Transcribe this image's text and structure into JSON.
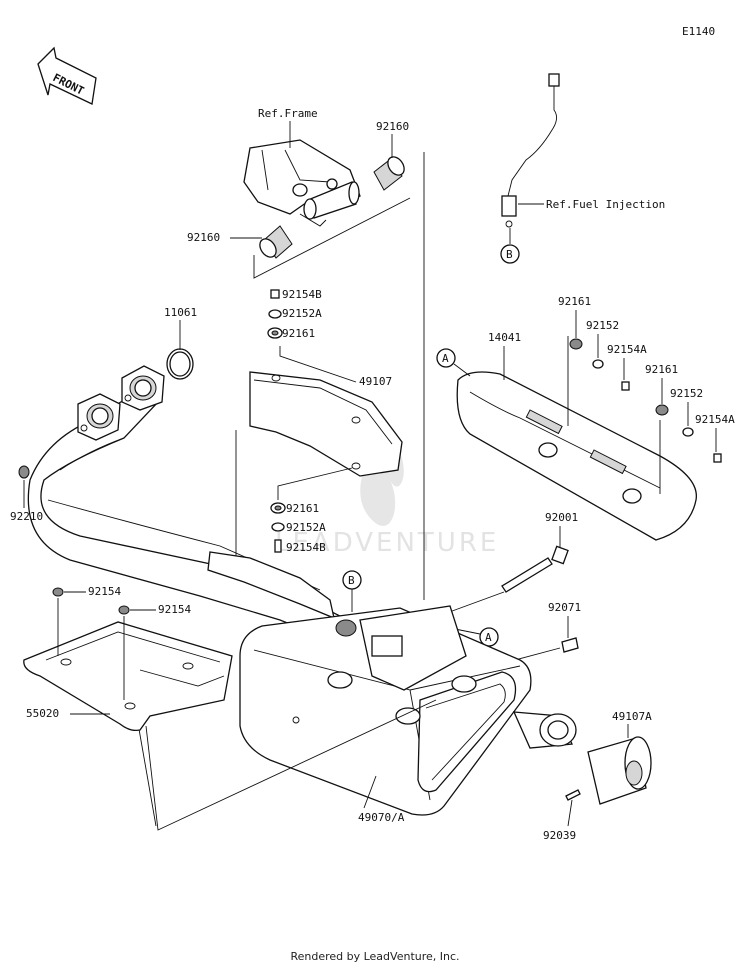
{
  "diagram_code": "E1140",
  "front_label": "FRONT",
  "watermark": "LEADVENTURE",
  "footer": "Rendered by LeadVenture, Inc.",
  "callouts": {
    "ref_frame": "Ref.Frame",
    "ref_fuel_injection": "Ref.Fuel Injection",
    "p92160_top": "92160",
    "p92160_left": "92160",
    "p92154B_top": "92154B",
    "p92152A_top": "92152A",
    "p92161_top": "92161",
    "p49107": "49107",
    "p92161_mid": "92161",
    "p92152A_mid": "92152A",
    "p92154B_mid": "92154B",
    "p11061": "11061",
    "p92210": "92210",
    "p14041": "14041",
    "p92161_r1": "92161",
    "p92152_r1": "92152",
    "p92154A_r1": "92154A",
    "p92161_r2": "92161",
    "p92152_r2": "92152",
    "p92154A_r2": "92154A",
    "p92001": "92001",
    "p92071": "92071",
    "p92154_a": "92154",
    "p92154_b": "92154",
    "p55020": "55020",
    "p49107A": "49107A",
    "p92039": "92039",
    "p49070A": "49070/A",
    "ref_A_1": "A",
    "ref_A_2": "A",
    "ref_B_1": "B",
    "ref_B_2": "B"
  }
}
